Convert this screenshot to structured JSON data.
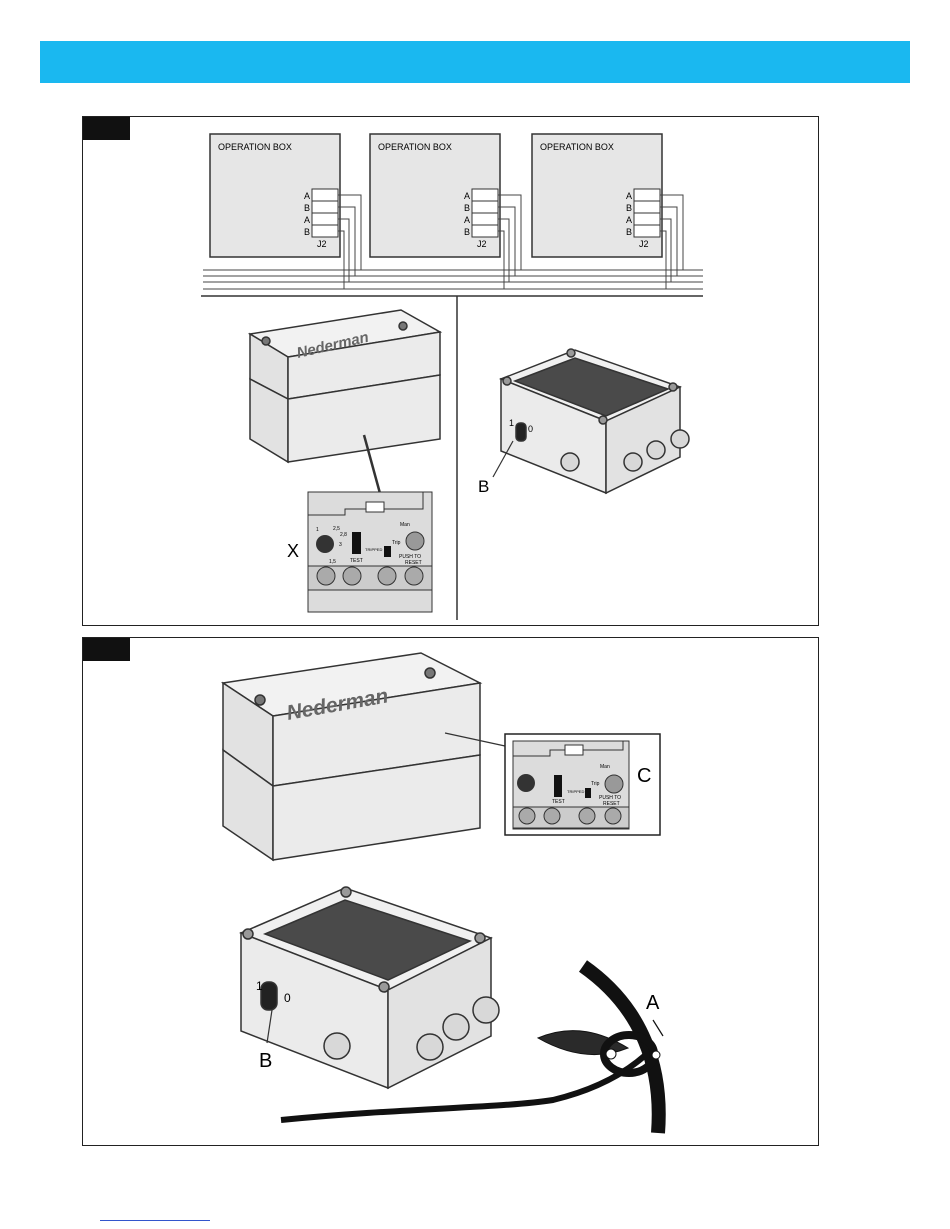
{
  "colors": {
    "header_bar": "#1ab8f0",
    "box_fill": "#e6e6e6",
    "line": "#333333",
    "lid_dark": "#4a4a4a"
  },
  "panel1": {
    "operation_boxes": [
      {
        "title": "OPERATION BOX",
        "pins": [
          "A",
          "B",
          "A",
          "B"
        ],
        "connector": "J2"
      },
      {
        "title": "OPERATION BOX",
        "pins": [
          "A",
          "B",
          "A",
          "B"
        ],
        "connector": "J2"
      },
      {
        "title": "OPERATION BOX",
        "pins": [
          "A",
          "B",
          "A",
          "B"
        ],
        "connector": "J2"
      }
    ],
    "logo": "Nederman",
    "callout_x": "X",
    "callout_b": "B",
    "switch_on": "1",
    "switch_off": "0",
    "relay": {
      "test": "TEST",
      "tripped": "TRIPPED",
      "man": "Man",
      "trip": "Trip",
      "push_to": "PUSH TO",
      "reset": "RESET",
      "dial_ticks": [
        "1",
        "2,5",
        "2,8",
        "3",
        "1,5"
      ]
    }
  },
  "panel2": {
    "logo": "Nederman",
    "callout_c": "C",
    "callout_b": "B",
    "callout_a": "A",
    "switch_on": "1",
    "switch_off": "0",
    "relay": {
      "test": "TEST",
      "tripped": "TRIPPED",
      "man": "Man",
      "trip": "Trip",
      "push_to": "PUSH TO",
      "reset": "RESET"
    }
  }
}
